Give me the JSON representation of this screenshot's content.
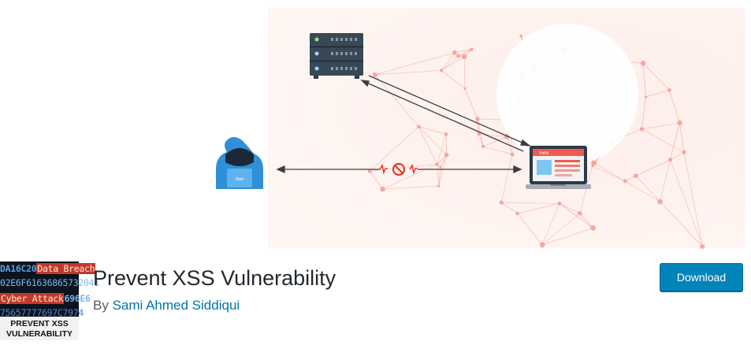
{
  "banner": {
    "laptop_text": "Hello",
    "hacker_badge": "Web"
  },
  "plugin": {
    "title": "Prevent XSS Vulnerability",
    "author_prefix": "By",
    "author_name": "Sami Ahmed Siddiqui",
    "download_label": "Download"
  },
  "icon": {
    "line1_pre": "DA16C20",
    "line1_tag": "Data Breach",
    "line2": "02E6F61636865732041",
    "line3_tag": "Cyber Attack",
    "line3_post": "696E6",
    "line4": "75657777697C7974",
    "label_line1": "PREVENT XSS",
    "label_line2": "VULNERABILITY"
  },
  "colors": {
    "primary_button": "#0085ba",
    "author_link": "#0073aa",
    "title_text": "#23282d",
    "banner_accent": "#f05a4f",
    "hacker_blue": "#2f8fd8"
  }
}
